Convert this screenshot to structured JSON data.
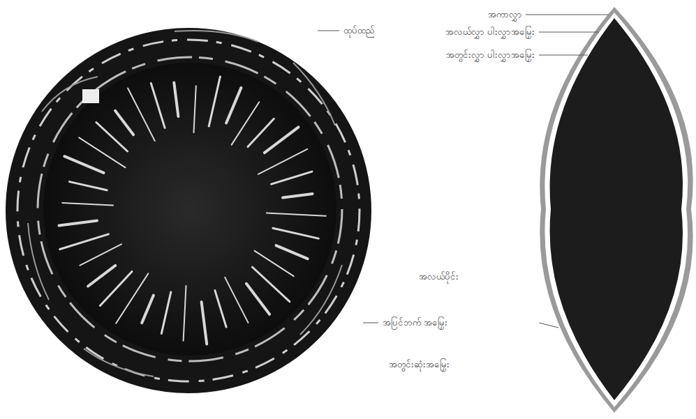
{
  "diagram": {
    "labels": [
      "ထုပ်ထည်",
      "အကာလွှာ",
      "အလယ်လွှာ ပါးလွှာအမြှေး",
      "အတွင်းလွှာ ပါးလွှာအမြှေး",
      "အလယ်ပိုင်း",
      "အပြင်ဘက် အမြှေး",
      "အတွင်းဆုံးအမြှေး"
    ]
  }
}
